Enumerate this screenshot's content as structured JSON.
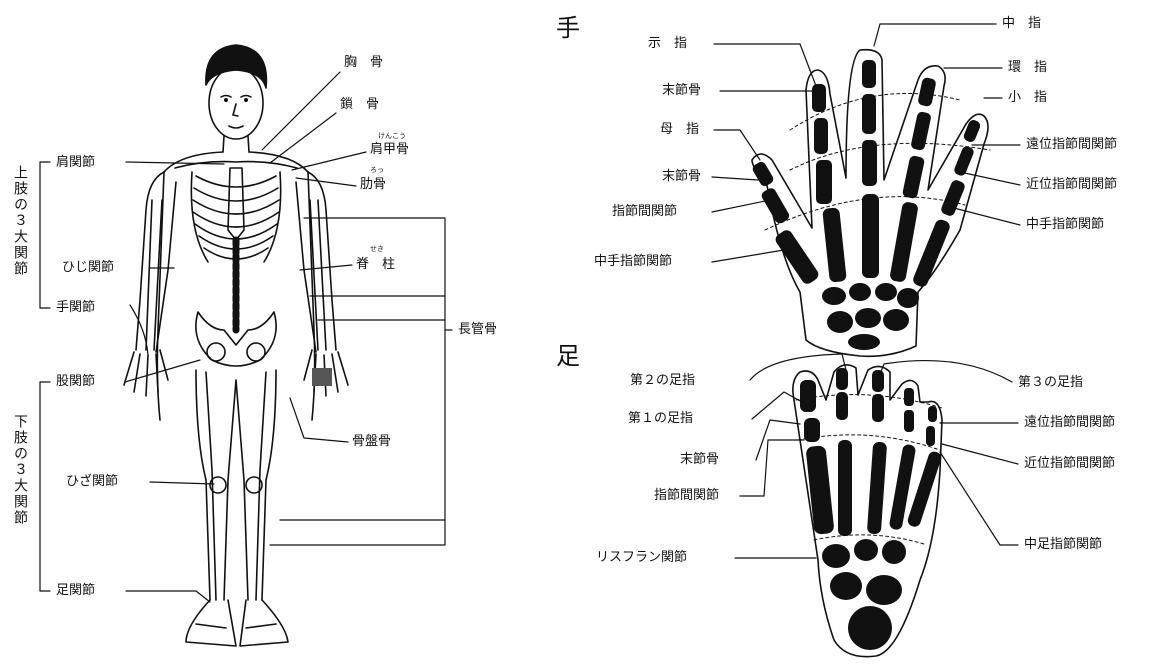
{
  "body": {
    "labels": {
      "sternum": "胸　骨",
      "clavicle": "鎖　骨",
      "scapula": "肩甲骨",
      "scapula_ruby": "けんこう",
      "rib": "肋骨",
      "rib_ruby": "ろっ",
      "spine": "脊　柱",
      "spine_ruby": "せき",
      "long_bone": "長管骨",
      "pelvis": "骨盤骨",
      "shoulder_joint": "肩関節",
      "elbow_joint": "ひじ関節",
      "wrist_joint": "手関節",
      "hip_joint": "股関節",
      "knee_joint": "ひざ関節",
      "ankle_joint": "足関節"
    },
    "upper_group": "上肢の３大関節",
    "lower_group": "下肢の３大関節"
  },
  "hand": {
    "title": "手",
    "labels": {
      "index_finger": "示　指",
      "distal_phalanx_1": "末節骨",
      "thumb": "母　指",
      "distal_phalanx_2": "末節骨",
      "interphalangeal": "指節間関節",
      "mcp_left": "中手指節関節",
      "middle_finger": "中　指",
      "ring_finger": "環　指",
      "little_finger": "小　指",
      "dip": "遠位指節間関節",
      "pip": "近位指節間関節",
      "mcp_right": "中手指節関節"
    }
  },
  "foot": {
    "title": "足",
    "labels": {
      "second_toe": "第２の足指",
      "first_toe": "第１の足指",
      "distal_phalanx": "末節骨",
      "interphalangeal": "指節間関節",
      "lisfranc": "リスフラン関節",
      "third_toe": "第３の足指",
      "dip": "遠位指節間関節",
      "pip": "近位指節間関節",
      "mtp": "中足指節関節"
    }
  }
}
